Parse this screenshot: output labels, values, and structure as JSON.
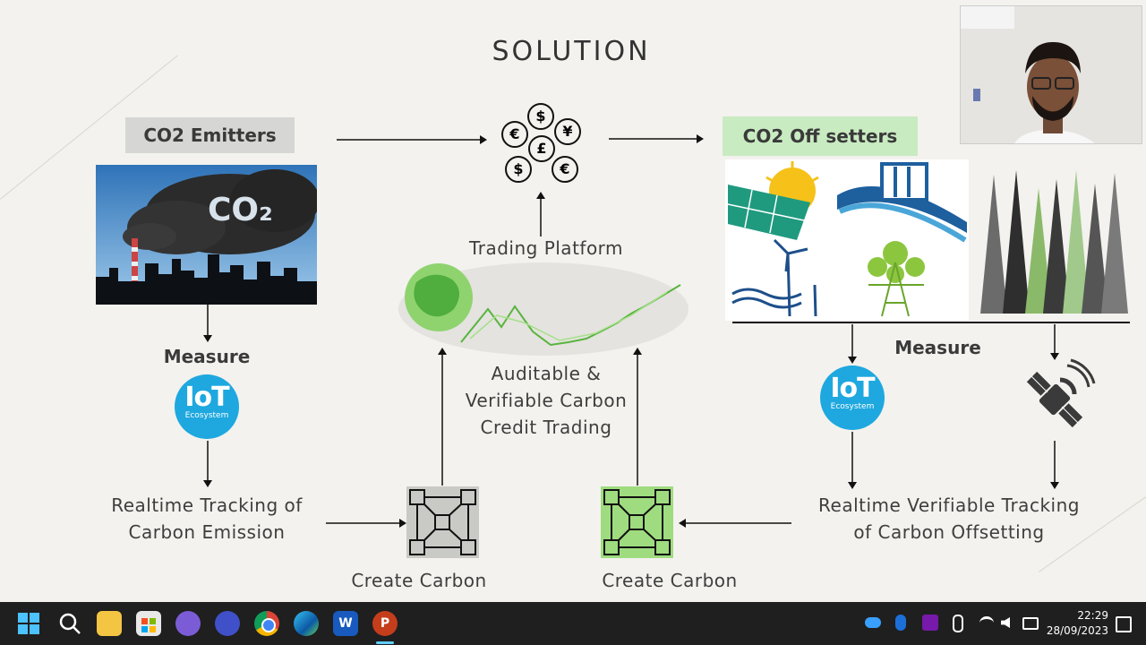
{
  "slide": {
    "title": "SOLUTION",
    "emitters_label": "CO2 Emitters",
    "offsetters_label": "CO2 Off setters",
    "co2_cloud_text": "CO₂",
    "trading_platform": "Trading Platform",
    "measure_left": "Measure",
    "measure_right": "Measure",
    "iot_big": "IoT",
    "iot_small": "Ecosystem",
    "auditable_line1": "Auditable &",
    "auditable_line2": "Verifiable Carbon",
    "auditable_line3": "Credit Trading",
    "tracking_left_line1": "Realtime Tracking of",
    "tracking_left_line2": "Carbon Emission",
    "tracking_right_line1": "Realtime Verifiable Tracking",
    "tracking_right_line2": "of Carbon Offsetting",
    "create_left": "Create Carbon",
    "create_right": "Create Carbon",
    "currency_symbols": [
      "$",
      "€",
      "¥",
      "£",
      "$",
      "€"
    ]
  },
  "taskbar": {
    "apps": [
      "start-icon",
      "search-icon",
      "file-explorer-icon",
      "store-icon",
      "app-icon",
      "app-icon-2",
      "chrome-icon",
      "edge-icon",
      "word-icon",
      "powerpoint-icon"
    ],
    "time": "22:29",
    "date": "28/09/2023"
  },
  "colors": {
    "emitters_box": "#d6d6d4",
    "offsetters_box": "#c9ebc1",
    "iot_blue": "#1ea8df",
    "green_block": "#9fdc7f",
    "grey_block": "#c9c9c6"
  }
}
